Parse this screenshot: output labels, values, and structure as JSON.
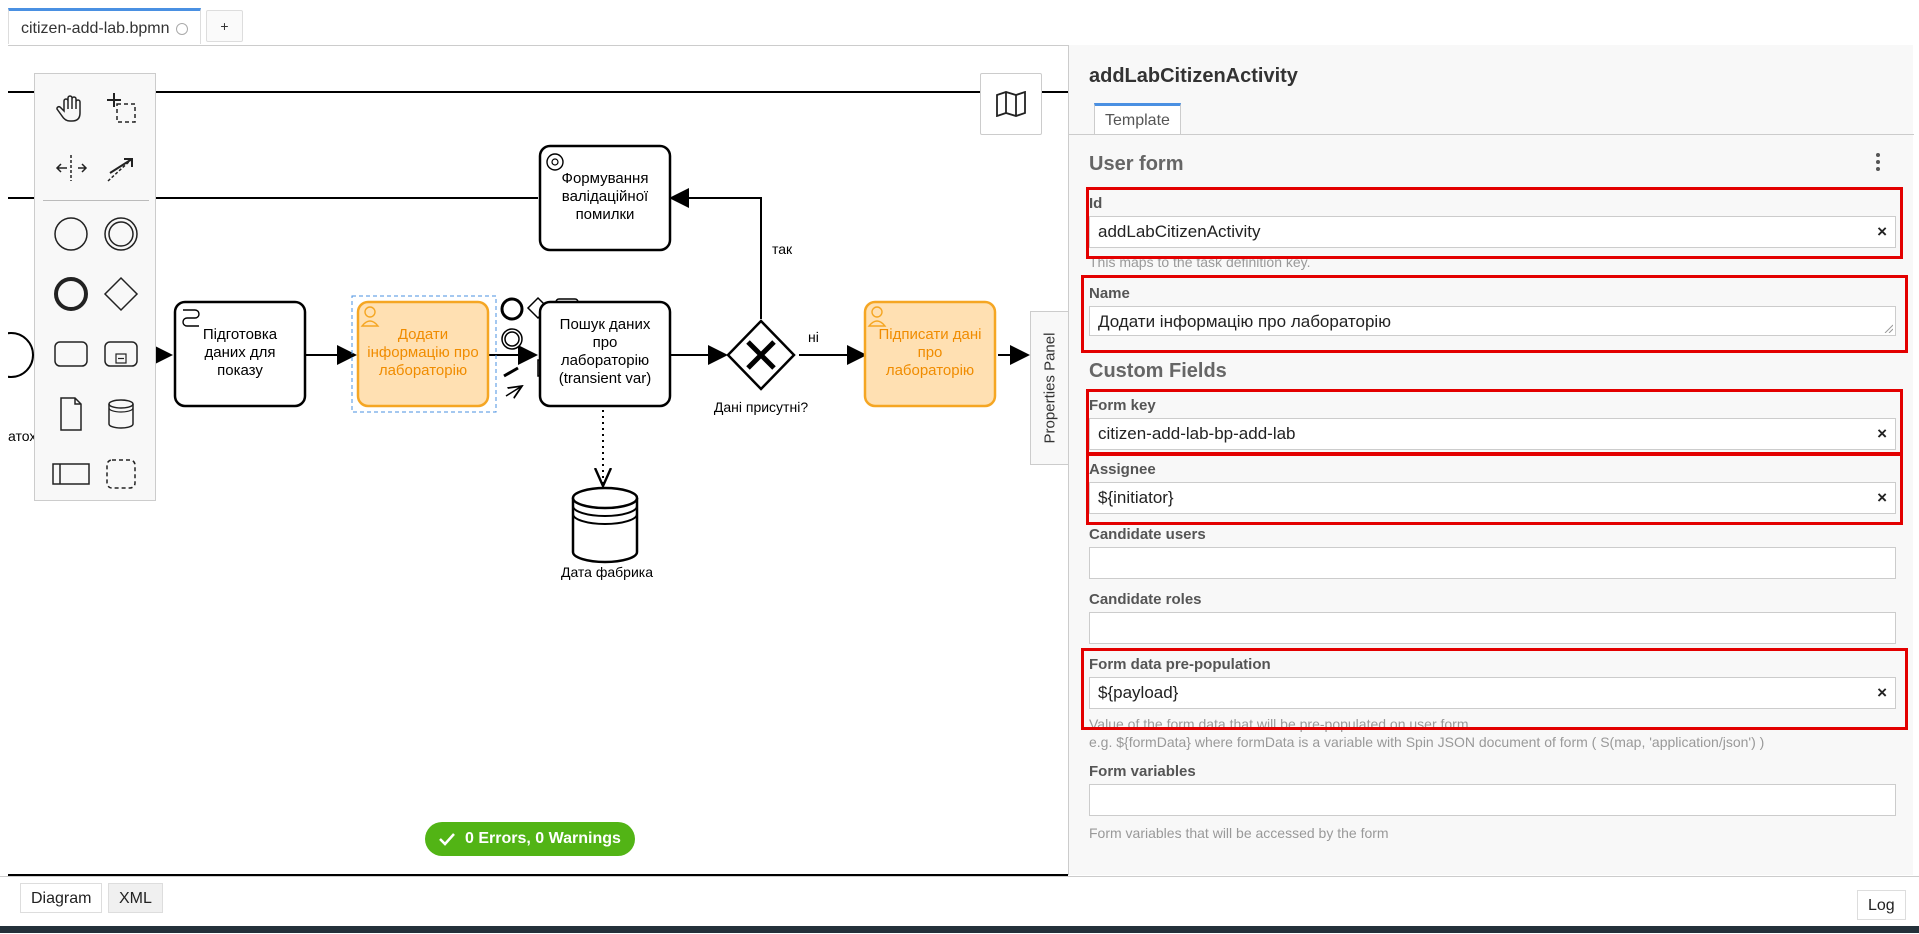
{
  "file_tab": {
    "label": "citizen-add-lab.bpmn"
  },
  "add_tab": {
    "label": "+"
  },
  "canvas": {
    "start_event_label": "атох",
    "task_prepare": "Підготовка даних для показу",
    "task_add_info": "Додати інформацію про лабораторію",
    "task_search": "Пошук даних про лабораторію (transient var)",
    "task_validation": "Формування валідаційної помилки",
    "task_sign": "Підписати дані про лабораторію",
    "gateway_label": "Дані присутні?",
    "flow_yes": "так",
    "flow_no": "ні",
    "datastore_label": "Дата фабрика",
    "properties_panel_toggle": "Properties Panel"
  },
  "status": {
    "text": "0 Errors, 0 Warnings"
  },
  "panel": {
    "title": "addLabCitizenActivity",
    "tab": "Template",
    "section_user_form": "User form",
    "section_custom_fields": "Custom Fields",
    "fields": {
      "id": {
        "label": "Id",
        "value": "addLabCitizenActivity",
        "hint": "This maps to the task definition key."
      },
      "name": {
        "label": "Name",
        "value": "Додати інформацію про лабораторію"
      },
      "form_key": {
        "label": "Form key",
        "value": "citizen-add-lab-bp-add-lab"
      },
      "assignee": {
        "label": "Assignee",
        "value": "${initiator}"
      },
      "candidate_users": {
        "label": "Candidate users",
        "value": ""
      },
      "candidate_roles": {
        "label": "Candidate roles",
        "value": ""
      },
      "form_data_prepopulation": {
        "label": "Form data pre-population",
        "value": "${payload}",
        "hint1": "Value of the form data that will be pre-populated on user form",
        "hint2": "e.g. ${formData} where formData is a variable with Spin JSON document of form ( S(map, 'application/json') )"
      },
      "form_variables": {
        "label": "Form variables",
        "value": "",
        "hint": "Form variables that will be accessed by the form"
      }
    },
    "clear_symbol": "×"
  },
  "bottom": {
    "diagram": "Diagram",
    "xml": "XML",
    "log": "Log"
  },
  "colors": {
    "accent": "#4a90e2",
    "highlight_box": "#e30000",
    "task_selected_fill": "#ffe0b2",
    "task_selected_stroke": "#f5a623",
    "status_green": "#52b415"
  }
}
